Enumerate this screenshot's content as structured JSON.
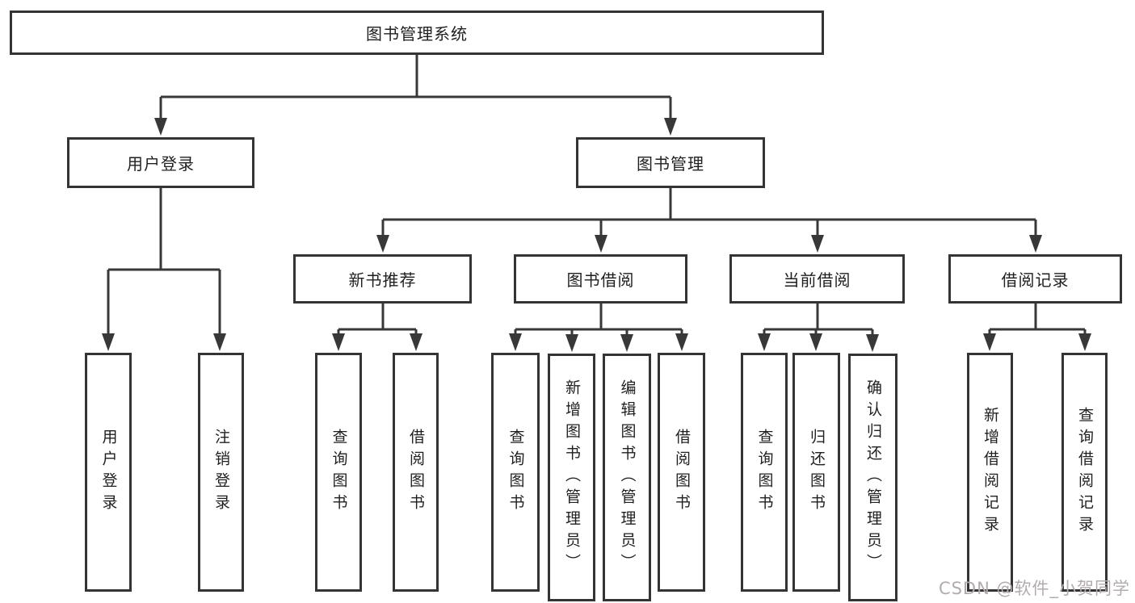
{
  "tree": {
    "root": {
      "label": "图书管理系统"
    },
    "branches": [
      {
        "label": "用户登录",
        "children": [
          {
            "label": "用户登录"
          },
          {
            "label": "注销登录"
          }
        ]
      },
      {
        "label": "图书管理",
        "children": [
          {
            "label": "新书推荐",
            "children": [
              {
                "label": "查询图书"
              },
              {
                "label": "借阅图书"
              }
            ]
          },
          {
            "label": "图书借阅",
            "children": [
              {
                "label": "查询图书"
              },
              {
                "label": "新增图书（管理员）"
              },
              {
                "label": "编辑图书（管理员）"
              },
              {
                "label": "借阅图书"
              }
            ]
          },
          {
            "label": "当前借阅",
            "children": [
              {
                "label": "查询图书"
              },
              {
                "label": "归还图书"
              },
              {
                "label": "确认归还（管理员）"
              }
            ]
          },
          {
            "label": "借阅记录",
            "children": [
              {
                "label": "新增借阅记录"
              },
              {
                "label": "查询借阅记录"
              }
            ]
          }
        ]
      }
    ]
  },
  "watermark": {
    "text": "CSDN @软件_小贺同学",
    "color": "#b3acac"
  },
  "colors": {
    "line": "#383838",
    "box_border": "#343434",
    "box_fill": "#ffffff",
    "text": "#1f1f1f",
    "background": "#ffffff",
    "watermark": "#b3acac"
  }
}
